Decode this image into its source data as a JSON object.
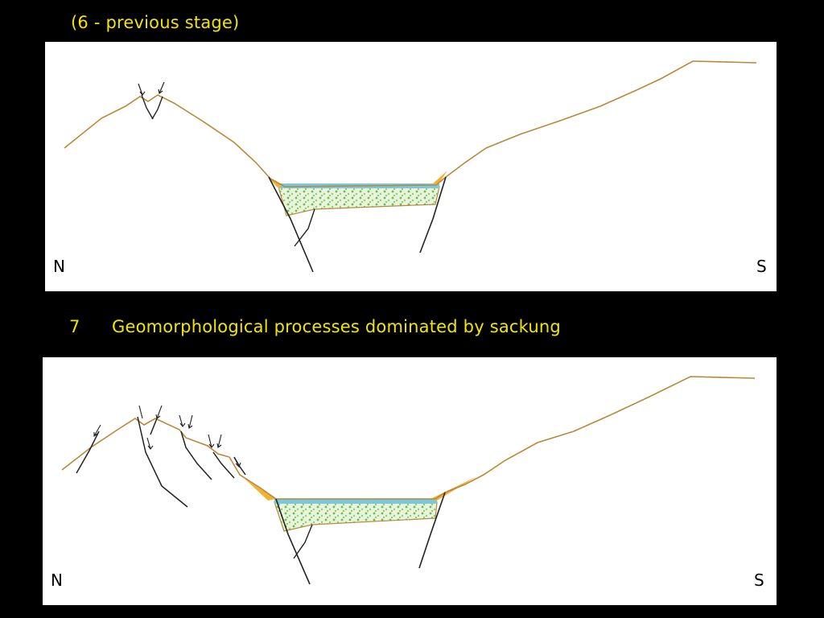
{
  "stage6": {
    "caption": "(6 - previous stage)",
    "north_label": "N",
    "south_label": "S"
  },
  "stage7": {
    "number": "7",
    "caption": "Geomorphological processes dominated by sackung",
    "north_label": "N",
    "south_label": "S"
  },
  "colors": {
    "background": "#000000",
    "caption": "#f2e600",
    "topography": "#b8893a",
    "fault": "#222222",
    "valley_fill": "#7cc460",
    "water": "#4fb6d8",
    "scree": "#f0b232"
  }
}
